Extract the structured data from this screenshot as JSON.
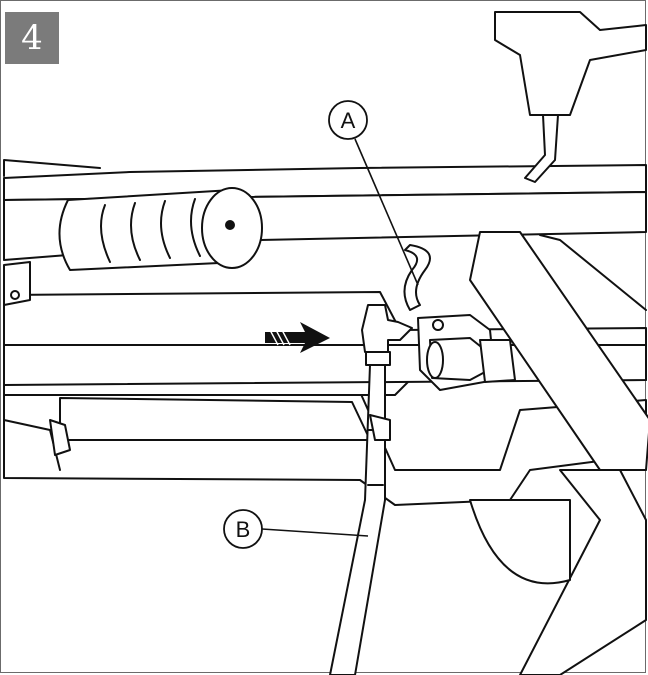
{
  "step": {
    "number": "4"
  },
  "callouts": {
    "a": "A",
    "b": "B"
  }
}
